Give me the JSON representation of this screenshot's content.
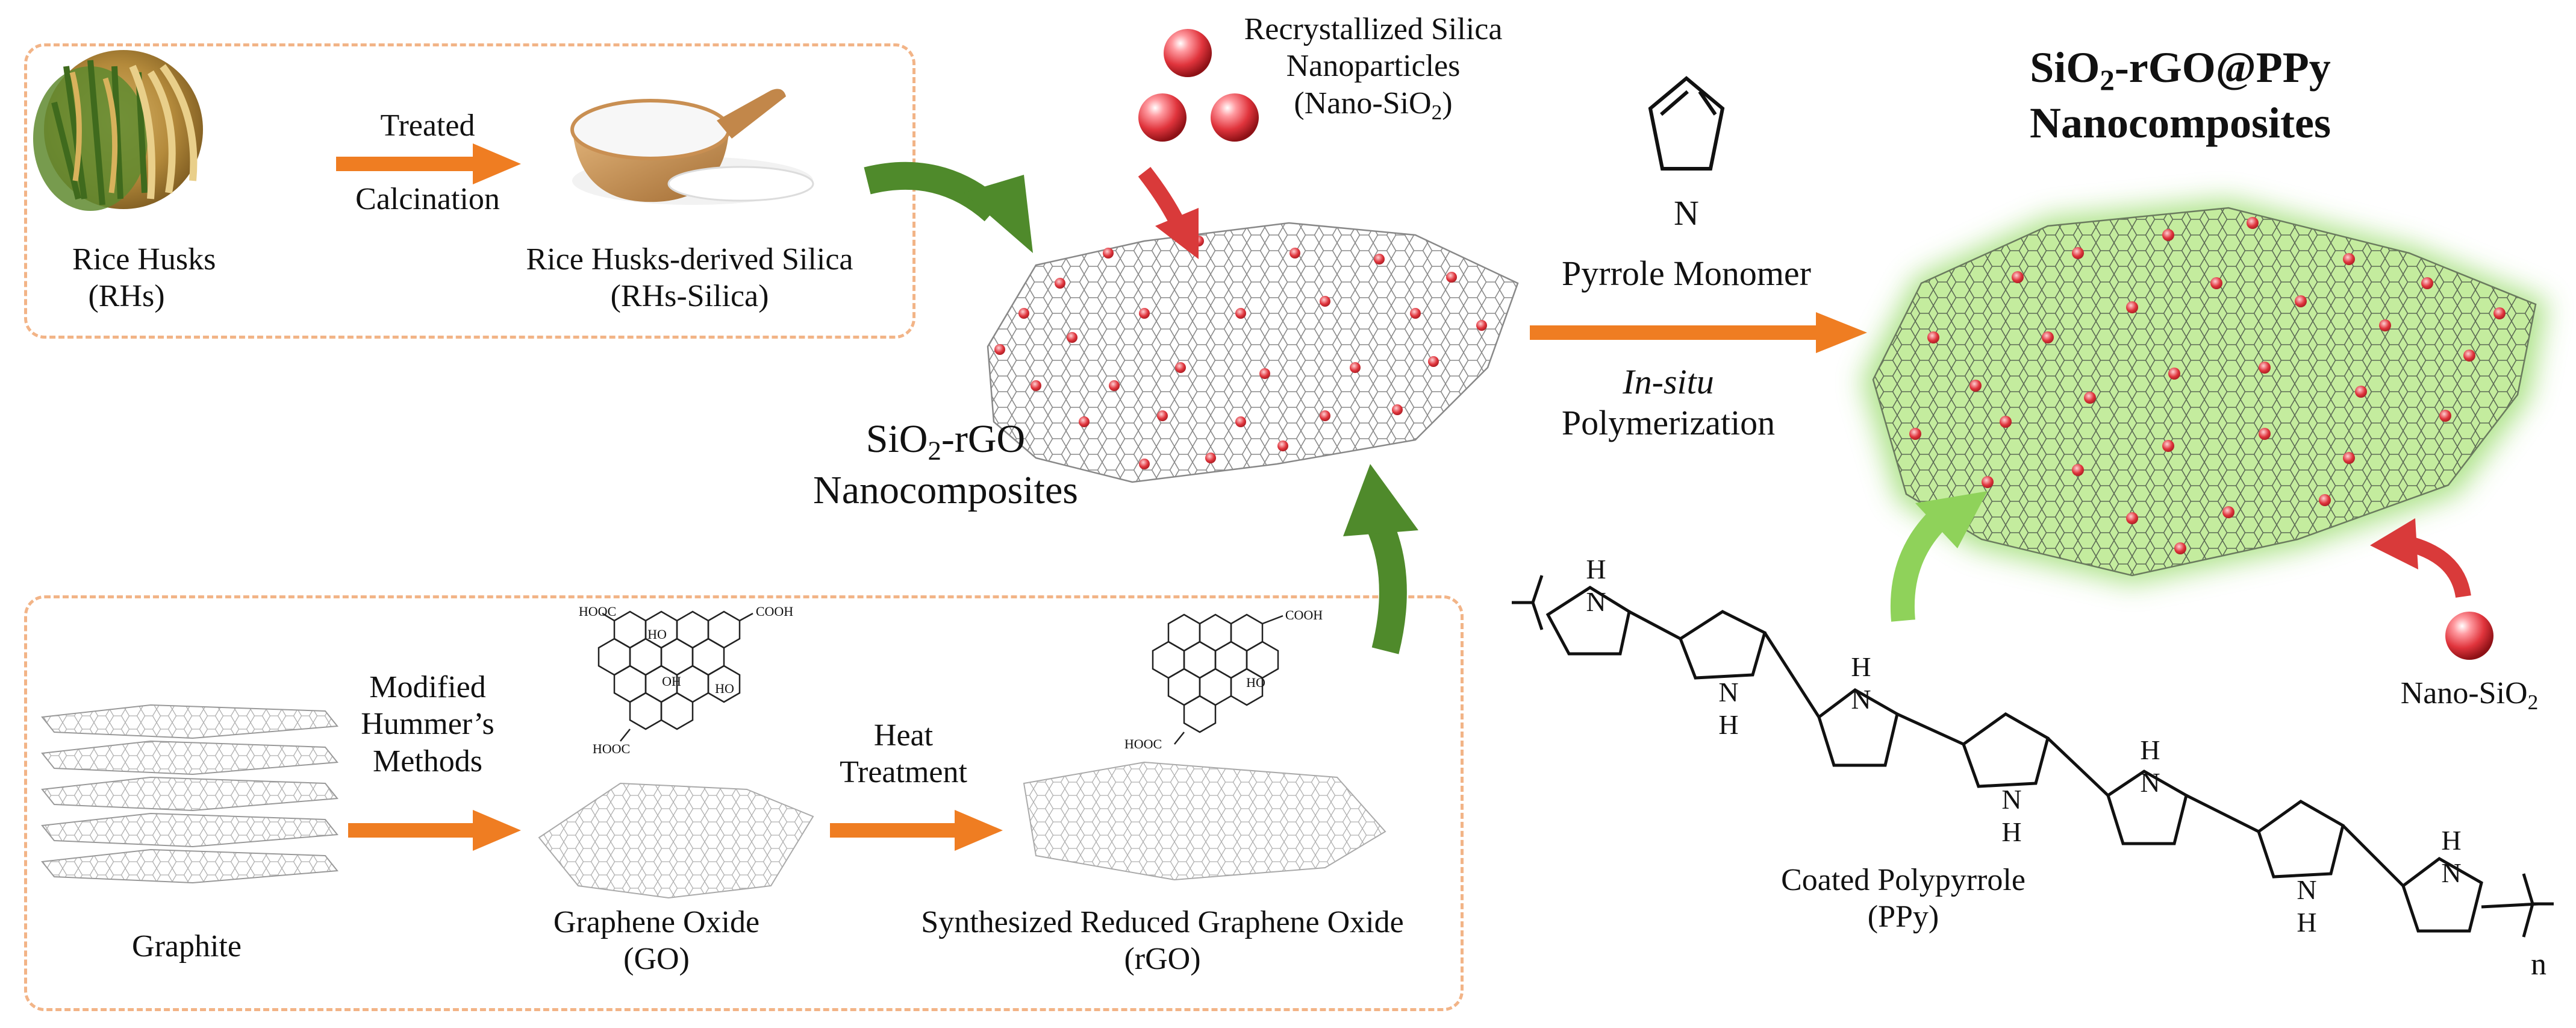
{
  "raw": {
    "rice_husks": [
      "Rice Husks",
      "(RHs)"
    ],
    "step1": [
      "Treated",
      "Calcination"
    ],
    "silica": [
      "Rice Husks-derived Silica",
      "(RHs-Silica)"
    ]
  },
  "nano_silica": {
    "line1": "Recrystallized Silica",
    "line2": "Nanoparticles",
    "line3_pre": "(Nano-SiO",
    "line3_sub": "2",
    "line3_post": ")"
  },
  "sio2_rgo": {
    "line1_pre": "SiO",
    "line1_sub": "2",
    "line1_post": "-rGO",
    "line2": "Nanocomposites"
  },
  "pyrrole": {
    "monomer": "Pyrrole Monomer",
    "n_atom": "N",
    "process_italic": "In-situ",
    "process_rest": "Polymerization"
  },
  "product": {
    "line1_pre": "SiO",
    "line1_sub": "2",
    "line1_post": "-rGO@PPy",
    "line2": "Nanocomposites"
  },
  "nano_label": {
    "pre": "Nano-SiO",
    "sub": "2"
  },
  "ppy": {
    "line1": "Coated Polypyrrole",
    "line2": "(PPy)",
    "repeat_index": "n",
    "nh_h": "H",
    "nh_n": "N"
  },
  "graphite": {
    "label": "Graphite"
  },
  "hummers": [
    "Modified",
    "Hummer’s",
    "Methods"
  ],
  "go": [
    "Graphene Oxide",
    "(GO)"
  ],
  "heat": [
    "Heat",
    "Treatment"
  ],
  "rgo": [
    "Synthesized Reduced Graphene Oxide",
    "(rGO)"
  ],
  "go_struct": [
    "HOOC",
    "COOH",
    "HO",
    "OH",
    "HO",
    "HOOC"
  ],
  "rgo_struct": [
    "COOH",
    "HO",
    "HOOC"
  ],
  "colors": {
    "orange_arrow": "#ef7d22",
    "green_arrow": "#4f8a2b",
    "light_green_arrow": "#8fd25a",
    "red_arrow": "#d93a3a",
    "nanoparticle": "#e0343c",
    "glow": "#a6e07e",
    "dashed_border": "#f2b487"
  }
}
